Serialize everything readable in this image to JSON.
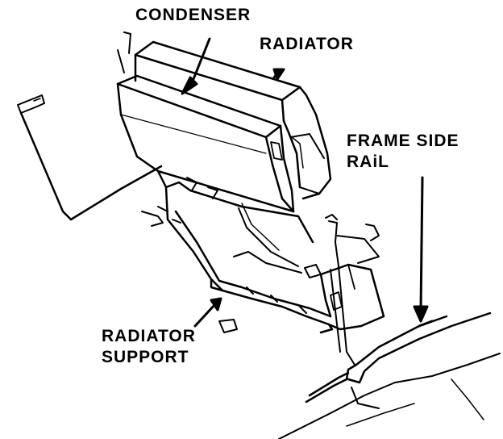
{
  "labels": {
    "condenser": "CONDENSER",
    "radiator": "RADIATOR",
    "frame_side_rail": [
      "FRAME SIDE",
      "RAiL"
    ],
    "radiator_support": [
      "RADIATOR",
      "SUPPORT"
    ]
  },
  "colors": {
    "ink": "#000000",
    "paper": "#ffffff",
    "shade": "#555555"
  }
}
